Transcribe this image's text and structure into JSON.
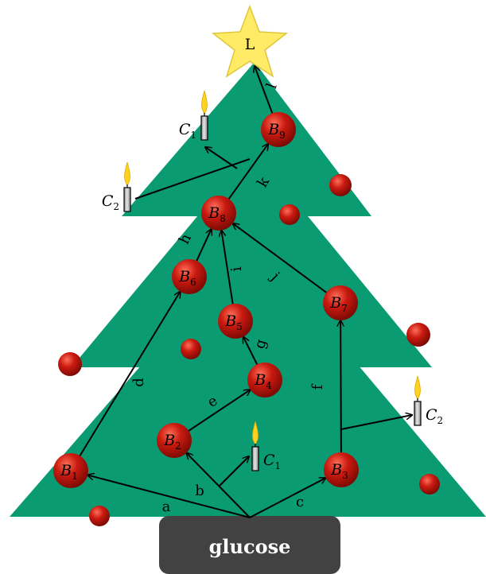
{
  "diagram": {
    "colors": {
      "tree": "#0a9b73",
      "trunk": "#424242",
      "ball_main": "#c91a10",
      "ball_dark": "#8a0c06",
      "ball_light": "#ff6e58",
      "star": "#ffeb66",
      "star_stroke": "#e0c63a",
      "flame": "#ffd21f",
      "candle": "#b8b8b8",
      "arrow": "#000000",
      "trunk_text": "#ffffff"
    },
    "trunk_label": "glucose",
    "star_label": "L",
    "nodes": {
      "B1": {
        "letter": "B",
        "sub": "1"
      },
      "B2": {
        "letter": "B",
        "sub": "2"
      },
      "B3": {
        "letter": "B",
        "sub": "3"
      },
      "B4": {
        "letter": "B",
        "sub": "4"
      },
      "B5": {
        "letter": "B",
        "sub": "5"
      },
      "B6": {
        "letter": "B",
        "sub": "6"
      },
      "B7": {
        "letter": "B",
        "sub": "7"
      },
      "B8": {
        "letter": "B",
        "sub": "8"
      },
      "B9": {
        "letter": "B",
        "sub": "9"
      }
    },
    "candles": {
      "c1_left": {
        "letter": "C",
        "sub": "1"
      },
      "c2_left": {
        "letter": "C",
        "sub": "2"
      },
      "c1_mid": {
        "letter": "C",
        "sub": "1"
      },
      "c2_right": {
        "letter": "C",
        "sub": "2"
      }
    },
    "edges": {
      "a": "a",
      "b": "b",
      "c": "c",
      "d": "d",
      "e": "e",
      "f": "f",
      "g": "g",
      "h": "h",
      "i": "i",
      "j": "j",
      "k": "k",
      "l": "l"
    }
  }
}
